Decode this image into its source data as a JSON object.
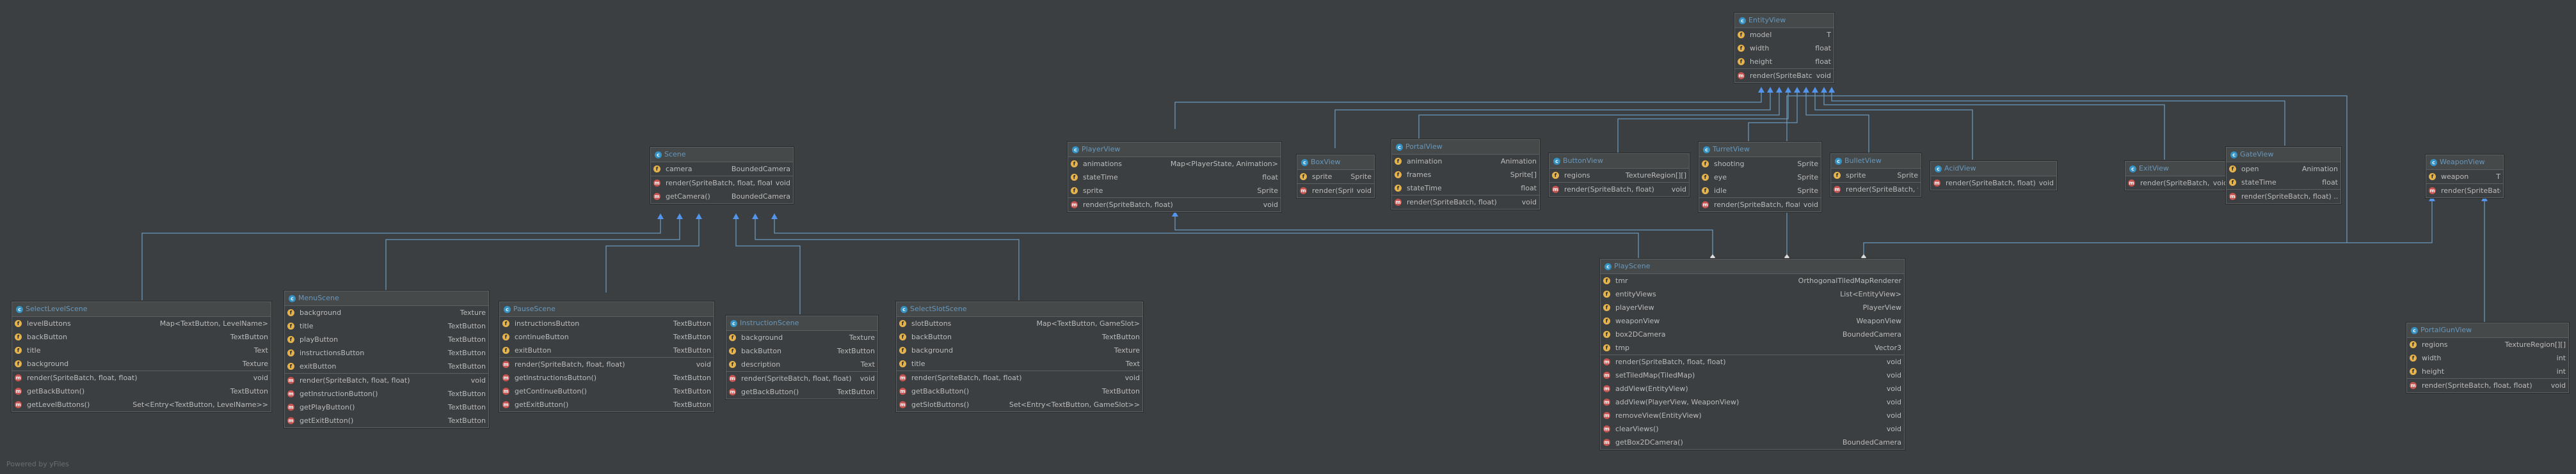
{
  "footer": "Powered by yFiles",
  "classes": [
    {
      "id": "EntityView",
      "name": "EntityView",
      "fields": [
        {
          "n": "model",
          "t": "T"
        },
        {
          "n": "width",
          "t": "float"
        },
        {
          "n": "height",
          "t": "float"
        }
      ],
      "methods": [
        {
          "n": "render(SpriteBatch, float)",
          "t": "void"
        }
      ]
    },
    {
      "id": "Scene",
      "name": "Scene",
      "fields": [
        {
          "n": "camera",
          "t": "BoundedCamera"
        }
      ],
      "methods": [
        {
          "n": "render(SpriteBatch, float, float)",
          "t": "void"
        },
        {
          "n": "getCamera()",
          "t": "BoundedCamera"
        }
      ]
    },
    {
      "id": "PlayerView",
      "name": "PlayerView",
      "fields": [
        {
          "n": "animations",
          "t": "Map<PlayerState, Animation>"
        },
        {
          "n": "stateTime",
          "t": "float"
        },
        {
          "n": "sprite",
          "t": "Sprite"
        }
      ],
      "methods": [
        {
          "n": "render(SpriteBatch, float)",
          "t": "void"
        }
      ]
    },
    {
      "id": "BoxView",
      "name": "BoxView",
      "fields": [
        {
          "n": "sprite",
          "t": "Sprite"
        }
      ],
      "methods": [
        {
          "n": "render(SpriteBatch, float)",
          "t": "void"
        }
      ]
    },
    {
      "id": "PortalView",
      "name": "PortalView",
      "fields": [
        {
          "n": "animation",
          "t": "Animation"
        },
        {
          "n": "frames",
          "t": "Sprite[]"
        },
        {
          "n": "stateTime",
          "t": "float"
        }
      ],
      "methods": [
        {
          "n": "render(SpriteBatch, float)",
          "t": "void"
        }
      ]
    },
    {
      "id": "ButtonView",
      "name": "ButtonView",
      "fields": [
        {
          "n": "regions",
          "t": "TextureRegion[][]"
        }
      ],
      "methods": [
        {
          "n": "render(SpriteBatch, float)",
          "t": "void"
        }
      ]
    },
    {
      "id": "TurretView",
      "name": "TurretView",
      "fields": [
        {
          "n": "shooting",
          "t": "Sprite"
        },
        {
          "n": "eye",
          "t": "Sprite"
        },
        {
          "n": "idle",
          "t": "Sprite"
        }
      ],
      "methods": [
        {
          "n": "render(SpriteBatch, float)",
          "t": "void"
        }
      ]
    },
    {
      "id": "BulletView",
      "name": "BulletView",
      "fields": [
        {
          "n": "sprite",
          "t": "Sprite"
        }
      ],
      "methods": [
        {
          "n": "render(SpriteBatch, f",
          "t": ""
        }
      ]
    },
    {
      "id": "AcidView",
      "name": "AcidView",
      "fields": [],
      "methods": [
        {
          "n": "render(SpriteBatch, float)",
          "t": "void"
        }
      ]
    },
    {
      "id": "ExitView",
      "name": "ExitView",
      "fields": [],
      "methods": [
        {
          "n": "render(SpriteBatch, float)",
          "t": "void"
        }
      ]
    },
    {
      "id": "GateView",
      "name": "GateView",
      "fields": [
        {
          "n": "open",
          "t": "Animation"
        },
        {
          "n": "stateTime",
          "t": "float"
        }
      ],
      "methods": [
        {
          "n": "render(SpriteBatch, float) ... void",
          "t": ""
        }
      ]
    },
    {
      "id": "WeaponView",
      "name": "WeaponView",
      "fields": [
        {
          "n": "weapon",
          "t": "T"
        }
      ],
      "methods": [
        {
          "n": "render(SpriteBatch,",
          "t": ""
        }
      ]
    },
    {
      "id": "SelectLevelScene",
      "name": "SelectLevelScene",
      "fields": [
        {
          "n": "levelButtons",
          "t": "Map<TextButton, LevelName>"
        },
        {
          "n": "backButton",
          "t": "TextButton"
        },
        {
          "n": "title",
          "t": "Text"
        },
        {
          "n": "background",
          "t": "Texture"
        }
      ],
      "methods": [
        {
          "n": "render(SpriteBatch, float, float)",
          "t": "void"
        },
        {
          "n": "getBackButton()",
          "t": "TextButton"
        },
        {
          "n": "getLevelButtons()",
          "t": "Set<Entry<TextButton, LevelName>>"
        }
      ]
    },
    {
      "id": "MenuScene",
      "name": "MenuScene",
      "fields": [
        {
          "n": "background",
          "t": "Texture"
        },
        {
          "n": "title",
          "t": "TextButton"
        },
        {
          "n": "playButton",
          "t": "TextButton"
        },
        {
          "n": "instructionsButton",
          "t": "TextButton"
        },
        {
          "n": "exitButton",
          "t": "TextButton"
        }
      ],
      "methods": [
        {
          "n": "render(SpriteBatch, float, float)",
          "t": "void"
        },
        {
          "n": "getInstructionButton()",
          "t": "TextButton"
        },
        {
          "n": "getPlayButton()",
          "t": "TextButton"
        },
        {
          "n": "getExitButton()",
          "t": "TextButton"
        }
      ]
    },
    {
      "id": "PauseScene",
      "name": "PauseScene",
      "fields": [
        {
          "n": "instructionsButton",
          "t": "TextButton"
        },
        {
          "n": "continueButton",
          "t": "TextButton"
        },
        {
          "n": "exitButton",
          "t": "TextButton"
        }
      ],
      "methods": [
        {
          "n": "render(SpriteBatch, float, float)",
          "t": "void"
        },
        {
          "n": "getInstructionsButton()",
          "t": "TextButton"
        },
        {
          "n": "getContinueButton()",
          "t": "TextButton"
        },
        {
          "n": "getExitButton()",
          "t": "TextButton"
        }
      ]
    },
    {
      "id": "InstructionScene",
      "name": "InstructionScene",
      "fields": [
        {
          "n": "background",
          "t": "Texture"
        },
        {
          "n": "backButton",
          "t": "TextButton"
        },
        {
          "n": "description",
          "t": "Text"
        }
      ],
      "methods": [
        {
          "n": "render(SpriteBatch, float, float)",
          "t": "void"
        },
        {
          "n": "getBackButton()",
          "t": "TextButton"
        }
      ]
    },
    {
      "id": "SelectSlotScene",
      "name": "SelectSlotScene",
      "fields": [
        {
          "n": "slotButtons",
          "t": "Map<TextButton, GameSlot>"
        },
        {
          "n": "backButton",
          "t": "TextButton"
        },
        {
          "n": "background",
          "t": "Texture"
        },
        {
          "n": "title",
          "t": "Text"
        }
      ],
      "methods": [
        {
          "n": "render(SpriteBatch, float, float)",
          "t": "void"
        },
        {
          "n": "getBackButton()",
          "t": "TextButton"
        },
        {
          "n": "getSlotButtons()",
          "t": "Set<Entry<TextButton, GameSlot>>"
        }
      ]
    },
    {
      "id": "PlayScene",
      "name": "PlayScene",
      "fields": [
        {
          "n": "tmr",
          "t": "OrthogonalTiledMapRenderer"
        },
        {
          "n": "entityViews",
          "t": "List<EntityView>"
        },
        {
          "n": "playerView",
          "t": "PlayerView"
        },
        {
          "n": "weaponView",
          "t": "WeaponView"
        },
        {
          "n": "box2DCamera",
          "t": "BoundedCamera"
        },
        {
          "n": "tmp",
          "t": "Vector3"
        }
      ],
      "methods": [
        {
          "n": "render(SpriteBatch, float, float)",
          "t": "void"
        },
        {
          "n": "setTiledMap(TiledMap)",
          "t": "void"
        },
        {
          "n": "addView(EntityView)",
          "t": "void"
        },
        {
          "n": "addView(PlayerView, WeaponView)",
          "t": "void"
        },
        {
          "n": "removeView(EntityView)",
          "t": "void"
        },
        {
          "n": "clearViews()",
          "t": "void"
        },
        {
          "n": "getBox2DCamera()",
          "t": "BoundedCamera"
        }
      ]
    },
    {
      "id": "PortalGunView",
      "name": "PortalGunView",
      "fields": [
        {
          "n": "regions",
          "t": "TextureRegion[][]"
        },
        {
          "n": "width",
          "t": "int"
        },
        {
          "n": "height",
          "t": "int"
        }
      ],
      "methods": [
        {
          "n": "render(SpriteBatch, float, float)",
          "t": "void"
        }
      ]
    }
  ]
}
